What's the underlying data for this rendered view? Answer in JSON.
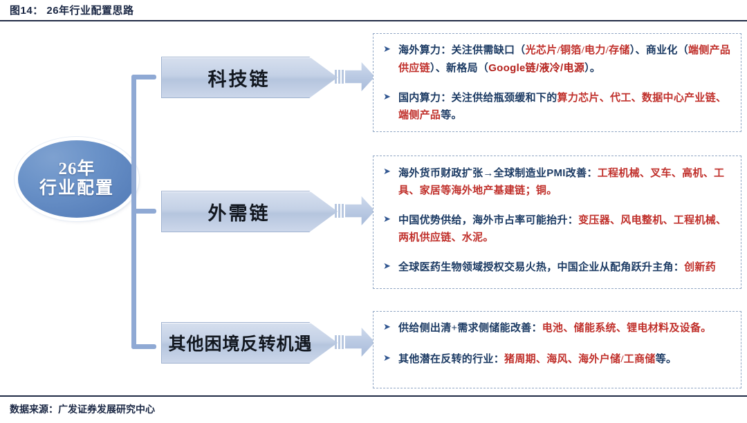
{
  "header": {
    "figure_label": "图14：",
    "title": "26年行业配置思路",
    "full_title": "图14： 26年行业配置思路"
  },
  "footer": {
    "source_label": "数据来源：",
    "source_value": "广发证券发展研究中心",
    "full_text": "数据来源：广发证券发展研究中心"
  },
  "root": {
    "line1": "26年",
    "line2": "行业配置"
  },
  "branches": [
    {
      "id": "tech",
      "label": "科技链"
    },
    {
      "id": "overseas-demand",
      "label": "外需链"
    },
    {
      "id": "other-reversal",
      "label": "其他困境反转机遇"
    }
  ],
  "panels": [
    {
      "id": "tech-panel",
      "bullets": [
        {
          "icon": "triangle-right-bullet",
          "segments": [
            {
              "text": "海外算力：关注供需缺口（",
              "style": "normal"
            },
            {
              "text": "光芯片/铜箔/电力/存储",
              "style": "red"
            },
            {
              "text": "）、商业化（",
              "style": "normal"
            },
            {
              "text": "端侧产品供应链",
              "style": "red"
            },
            {
              "text": "）、新格局（",
              "style": "normal"
            },
            {
              "text": "Google链/液冷/电源",
              "style": "red-bold"
            },
            {
              "text": "）。",
              "style": "normal"
            }
          ]
        },
        {
          "icon": "triangle-right-bullet",
          "segments": [
            {
              "text": "国内算力：关注供给瓶颈缓和下的",
              "style": "normal"
            },
            {
              "text": "算力芯片、代工、数据中心产业链、端侧产品",
              "style": "red"
            },
            {
              "text": "等。",
              "style": "normal"
            }
          ]
        }
      ]
    },
    {
      "id": "overseas-demand-panel",
      "bullets": [
        {
          "icon": "triangle-right-bullet",
          "segments": [
            {
              "text": "海外货币财政扩张→全球制造业",
              "style": "normal"
            },
            {
              "text": "PMI",
              "style": "bold"
            },
            {
              "text": "改善：",
              "style": "normal"
            },
            {
              "text": "工程机械、叉车、高机、工具、家居等海外地产基建链；铜。",
              "style": "red"
            }
          ]
        },
        {
          "icon": "triangle-right-bullet",
          "segments": [
            {
              "text": "中国优势供给，海外市占率可能抬升：",
              "style": "normal"
            },
            {
              "text": "变压器、风电整机、工程机械、两机供应链、水泥。",
              "style": "red"
            }
          ]
        },
        {
          "icon": "triangle-right-bullet",
          "segments": [
            {
              "text": "全球医药生物领域授权交易火热，中国企业从配角跃升主角：",
              "style": "normal"
            },
            {
              "text": "创新药",
              "style": "red"
            }
          ]
        }
      ]
    },
    {
      "id": "other-reversal-panel",
      "bullets": [
        {
          "icon": "triangle-right-bullet",
          "segments": [
            {
              "text": "供给侧出清+需求侧储能改善：",
              "style": "normal"
            },
            {
              "text": "电池、储能系统、锂电材料及设备。",
              "style": "red"
            }
          ]
        },
        {
          "icon": "triangle-right-bullet",
          "segments": [
            {
              "text": "其他潜在反转的行业：",
              "style": "normal"
            },
            {
              "text": "猪周期、海风、海外户储/工商储",
              "style": "red"
            },
            {
              "text": "等。",
              "style": "normal"
            }
          ]
        }
      ]
    }
  ],
  "colors": {
    "rule": "#1f2a44",
    "title_text": "#1a2744",
    "body_text": "#1b3a63",
    "highlight_red": "#c0302b",
    "node_fill": "#c4d1e6",
    "ellipse_fill": "#5b83bd",
    "connector": "#8fa9d4",
    "panel_border": "#90a6c4"
  },
  "icons": {
    "bullet": "➤",
    "flow_arrow": "flow-arrow-right"
  }
}
